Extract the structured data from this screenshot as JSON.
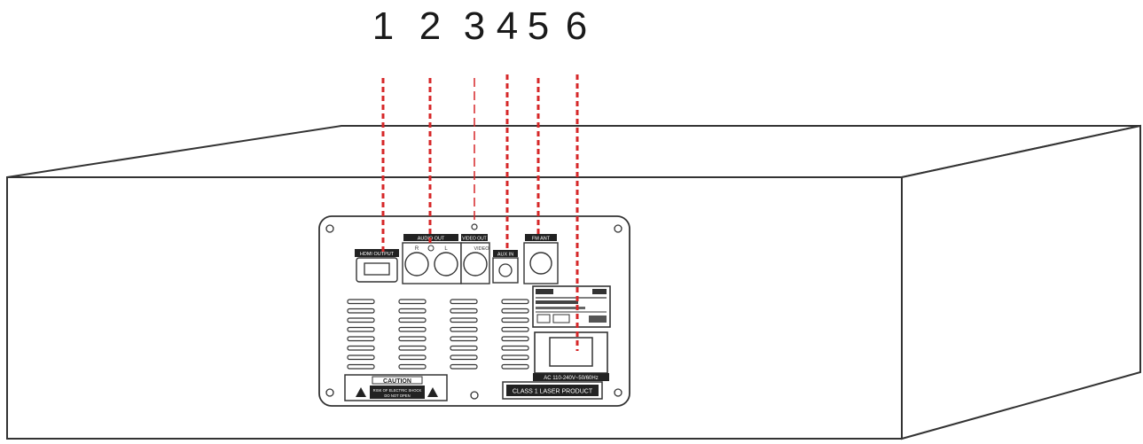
{
  "callouts": [
    {
      "number": "1"
    },
    {
      "number": "2"
    },
    {
      "number": "3"
    },
    {
      "number": "4"
    },
    {
      "number": "5"
    },
    {
      "number": "6"
    }
  ],
  "panel": {
    "hdmi_label": "HDMI OUTPUT",
    "audio_out_label": "AUDIO OUT",
    "audio_r": "R",
    "audio_l": "L",
    "video_out_label": "VIDEO OUT",
    "video_label": "VIDEO",
    "aux_label": "AUX IN",
    "fm_ant_label": "FM ANT",
    "caution_title": "CAUTION",
    "caution_line1": "RISK OF ELECTRIC SHOCK",
    "caution_line2": "DO NOT OPEN",
    "laser_label": "CLASS 1 LASER PRODUCT",
    "power_label": "AC 110-240V~50/60Hz"
  },
  "colors": {
    "outline": "#333333",
    "leader": "#d62728",
    "dark_tag": "#222222"
  }
}
